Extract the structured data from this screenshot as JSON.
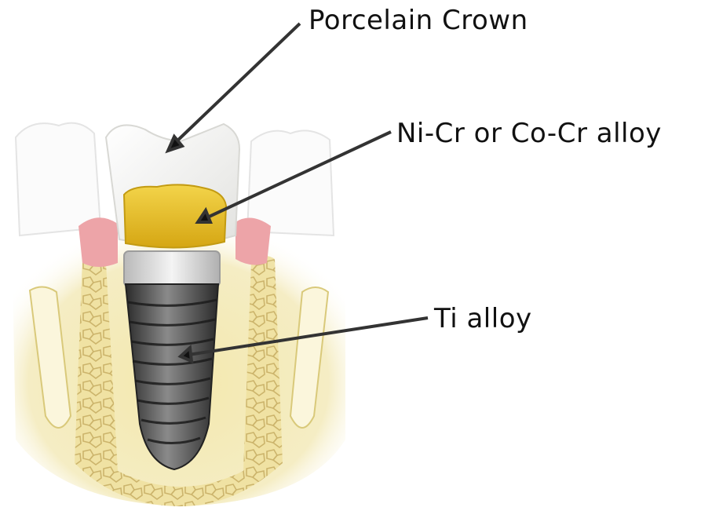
{
  "diagram": {
    "labels": {
      "crown": "Porcelain Crown",
      "framework": "Ni-Cr or Co-Cr alloy",
      "implant": "Ti alloy"
    },
    "colors": {
      "bone": "#f2e6a8",
      "bone_cells": "#c9b36a",
      "gum": "#e9a3a6",
      "crown": "#f4f4f2",
      "framework": "#e0b81e",
      "abutment": "#d8d8d8",
      "implant": "#4a4a4a",
      "root": "#f7f1d0",
      "leader": "#333333"
    }
  }
}
